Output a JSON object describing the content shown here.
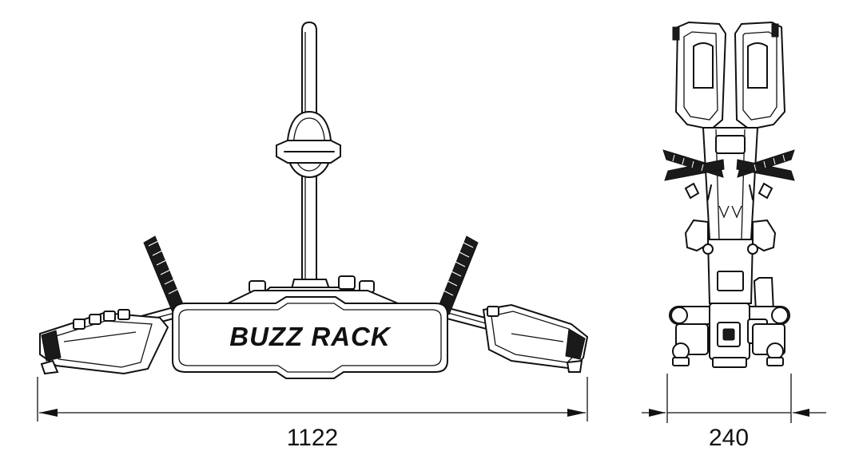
{
  "brand": "BUZZ RACK",
  "dimensions": {
    "width_label": "1122",
    "depth_label": "240"
  },
  "colors": {
    "line": "#111111",
    "background": "#ffffff"
  }
}
